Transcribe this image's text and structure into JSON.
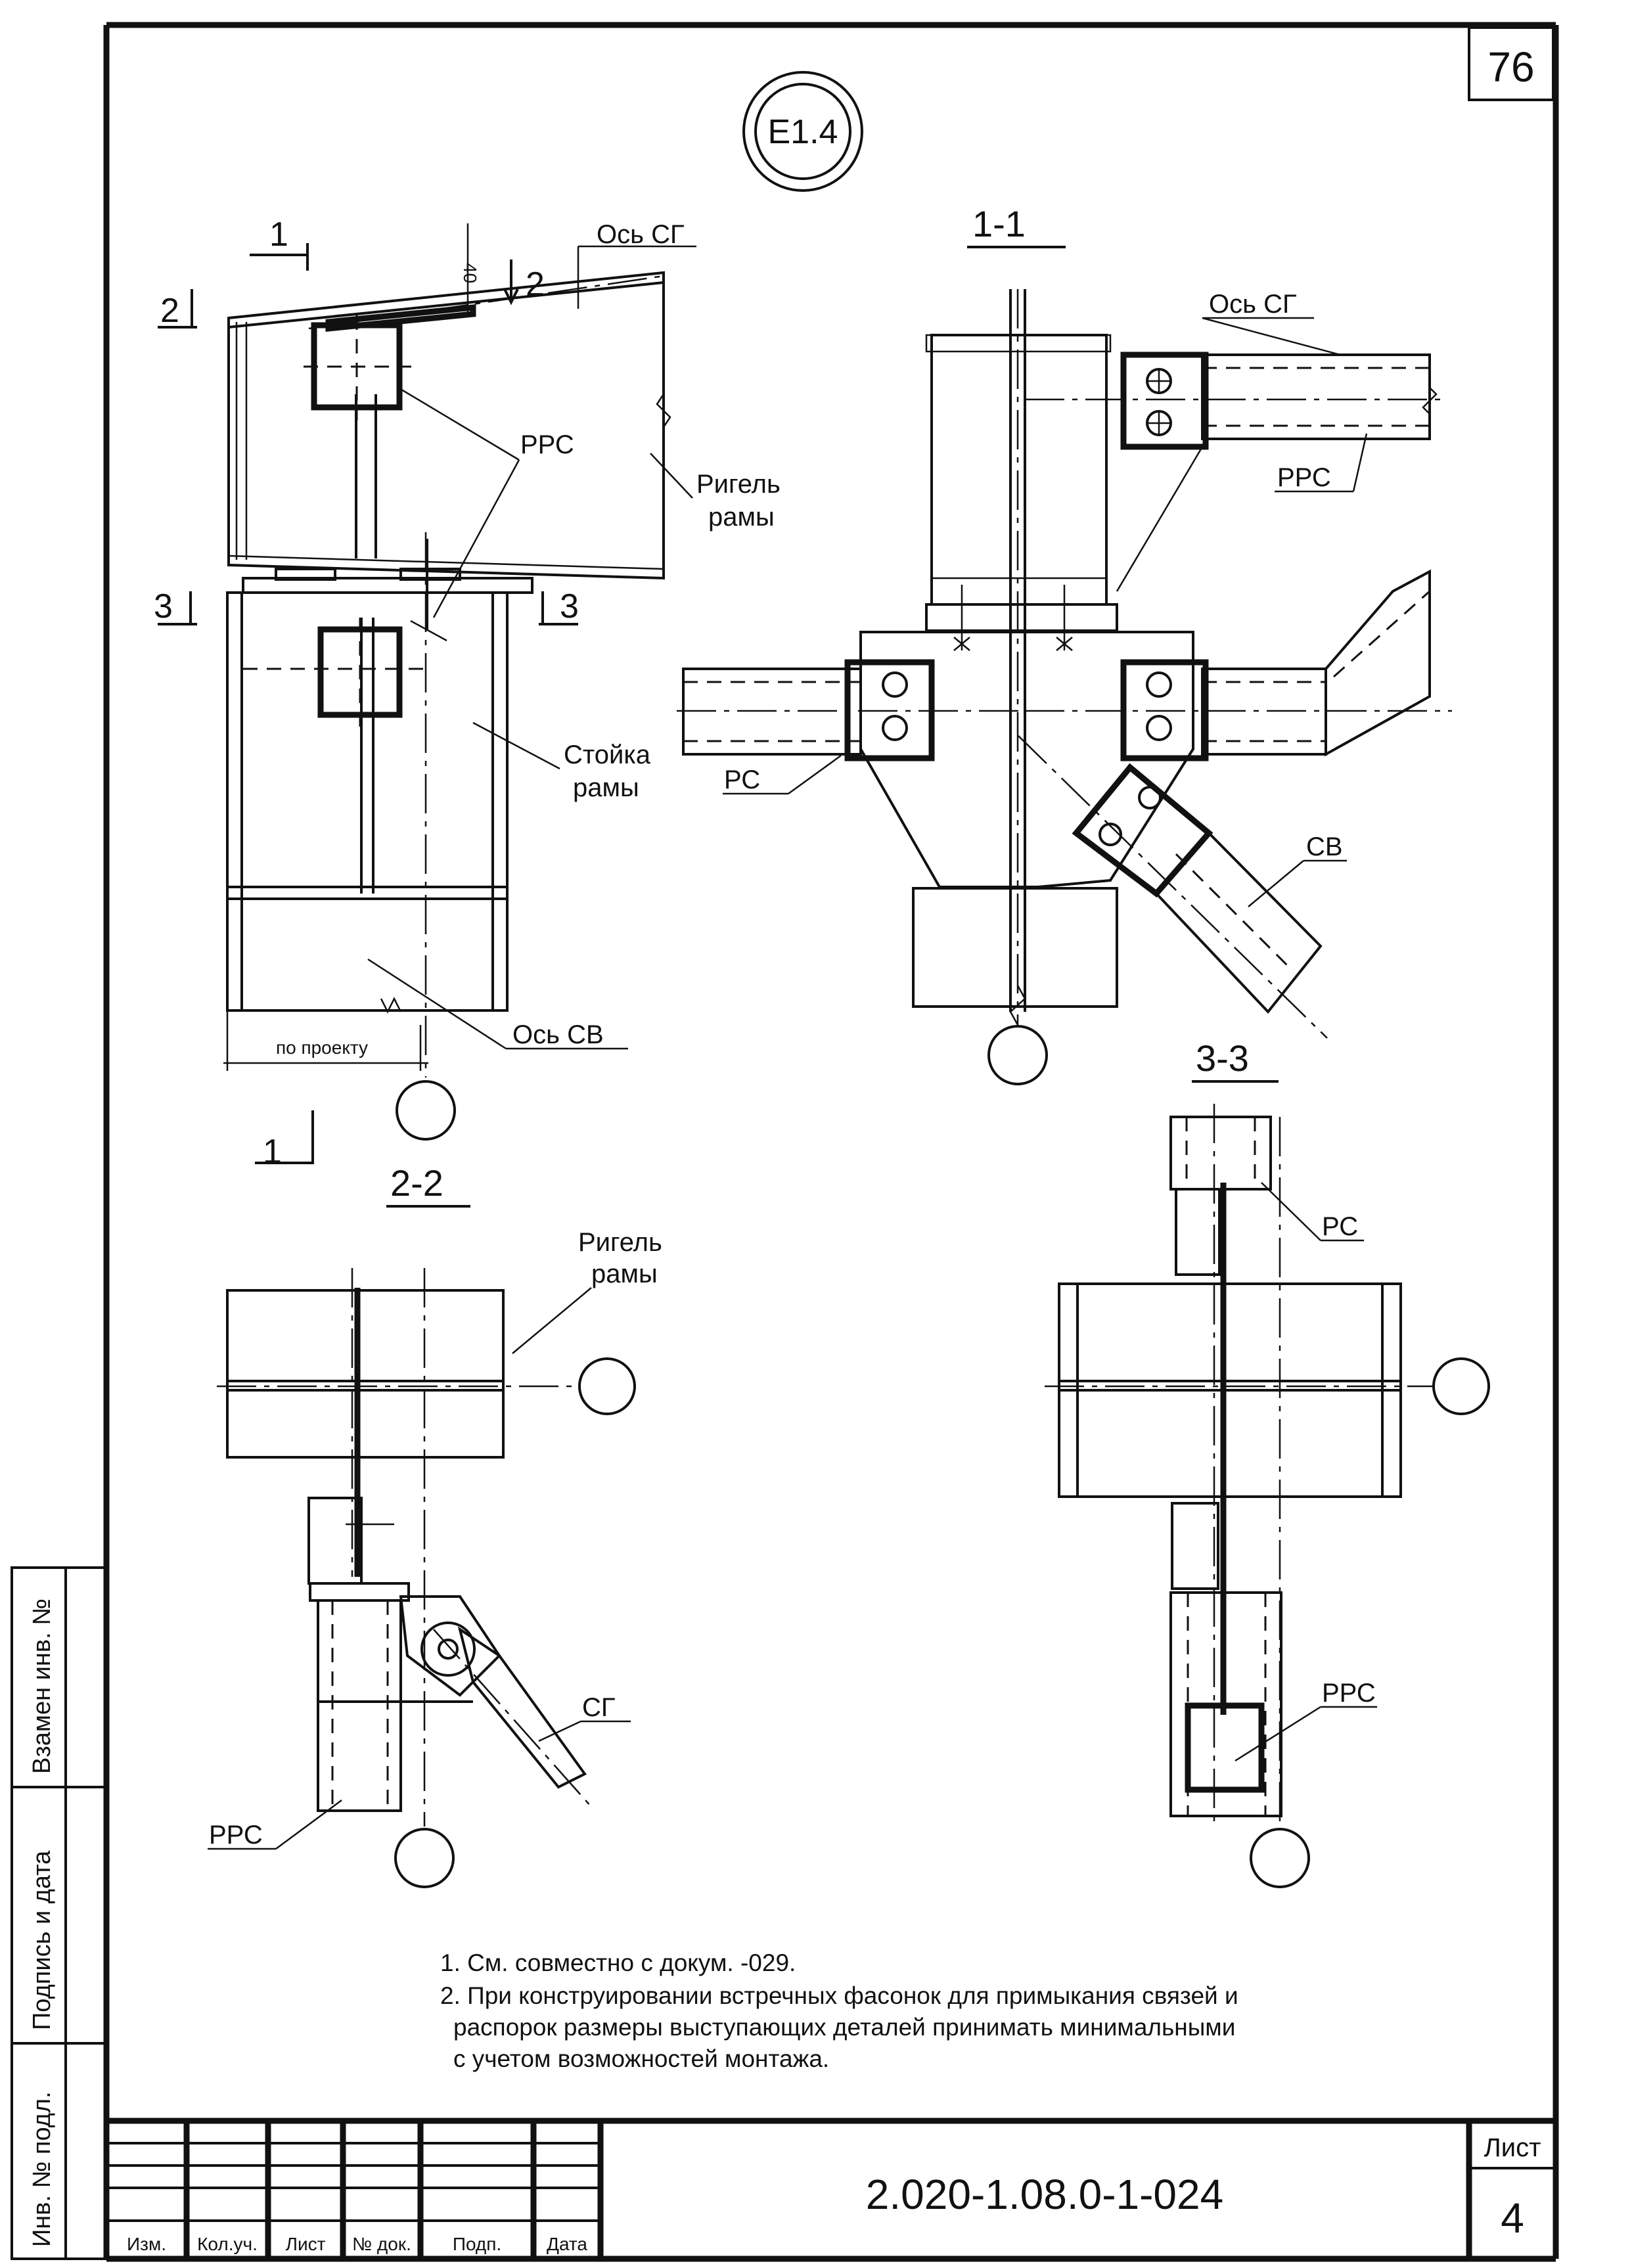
{
  "sheet": {
    "page_number": "76",
    "node_mark": "E1.4",
    "doc_code": "2.020-1.08.0-1-024",
    "sheet_label": "Лист",
    "sheet_number": "4"
  },
  "title_block": {
    "columns": [
      "Изм.",
      "Кол.уч.",
      "Лист",
      "№ док.",
      "Подп.",
      "Дата"
    ]
  },
  "side_stamp": {
    "cells": [
      "Взамен инв. №",
      "Подпись и дата",
      "Инв. № подл."
    ]
  },
  "main_view": {
    "cut1_label": "1",
    "cut2_label": "2",
    "cut3_label": "3",
    "dim_40": "40",
    "axis_sg": "Ось СГ",
    "ppc": "РРС",
    "beam_l1": "Ригель",
    "beam_l2": "рамы",
    "column_l1": "Стойка",
    "column_l2": "рамы",
    "axis_sv": "Ось СВ",
    "dim_project": "по проекту"
  },
  "section_1_1": {
    "title": "1-1",
    "axis_sg": "Ось СГ",
    "ppc": "РРС",
    "pc": "РС",
    "sv": "СВ"
  },
  "section_2_2": {
    "title": "2-2",
    "beam_l1": "Ригель",
    "beam_l2": "рамы",
    "sg": "СГ",
    "ppc": "РРС"
  },
  "section_3_3": {
    "title": "3-3",
    "pc": "РС",
    "ppc": "РРС"
  },
  "notes": {
    "n1": "1. См. совместно с докум. -029.",
    "n2a": "2. При конструировании встречных фасонок для примыкания связей и",
    "n2b": "распорок размеры выступающих деталей принимать минимальными",
    "n2c": "с учетом возможностей монтажа."
  }
}
